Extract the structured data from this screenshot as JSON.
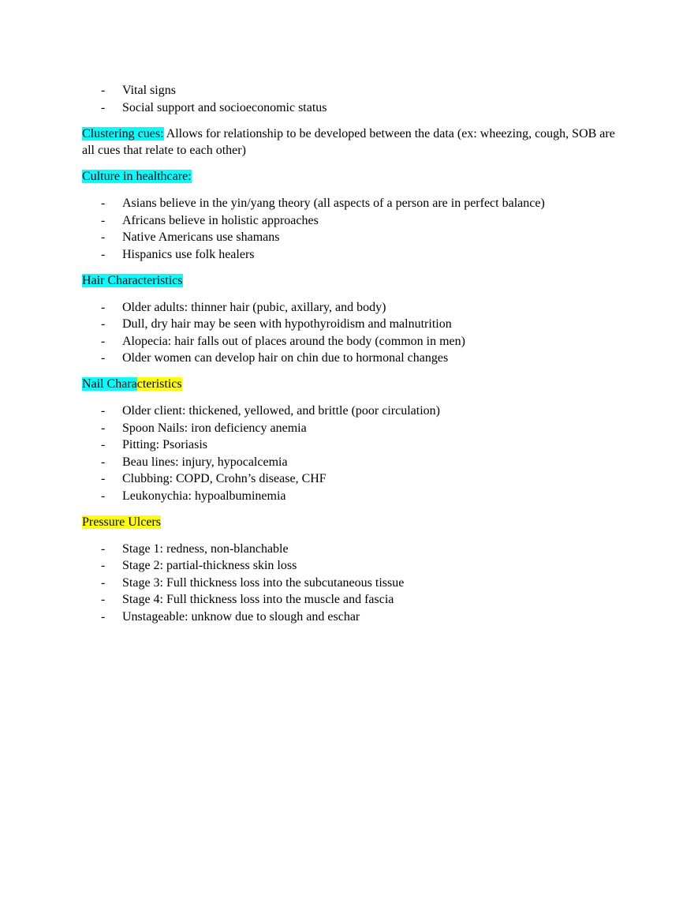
{
  "intro_list": [
    "Vital signs",
    "Social support and socioeconomic status"
  ],
  "clustering": {
    "label": "Clustering cues:",
    "text": " Allows for relationship to be developed between the data (ex: wheezing, cough, SOB are all cues that relate to each other)"
  },
  "culture": {
    "heading": "Culture in healthcare:",
    "items": [
      "Asians believe in the yin/yang theory (all aspects of a person are in perfect balance)",
      "Africans believe in holistic approaches",
      "Native Americans use shamans",
      "Hispanics use folk healers"
    ]
  },
  "hair": {
    "heading": "Hair Characteristics",
    "items": [
      "Older adults: thinner hair (pubic, axillary, and body)",
      "Dull, dry hair may be seen with hypothyroidism and malnutrition",
      "Alopecia: hair falls out of places around the body (common in men)",
      "Older women can develop hair on chin due to hormonal changes"
    ]
  },
  "nail": {
    "heading_part1": "Nail Chara",
    "heading_part2": "cteristics",
    "items": [
      "Older client: thickened, yellowed, and brittle (poor circulation)",
      "Spoon Nails: iron deficiency anemia",
      "Pitting: Psoriasis",
      "Beau lines: injury, hypocalcemia",
      "Clubbing: COPD, Crohn’s disease, CHF",
      "Leukonychia: hypoalbuminemia"
    ]
  },
  "pressure": {
    "heading": "Pressure Ulcers",
    "items": [
      "Stage 1: redness, non-blanchable",
      "Stage 2: partial-thickness skin loss",
      "Stage 3: Full thickness loss into the subcutaneous tissue",
      "Stage 4: Full thickness loss into the muscle and fascia",
      "Unstageable: unknow due to slough and eschar"
    ]
  },
  "bullet": "-",
  "colors": {
    "highlight_cyan": "#00ffff",
    "highlight_yellow": "#ffff00"
  }
}
